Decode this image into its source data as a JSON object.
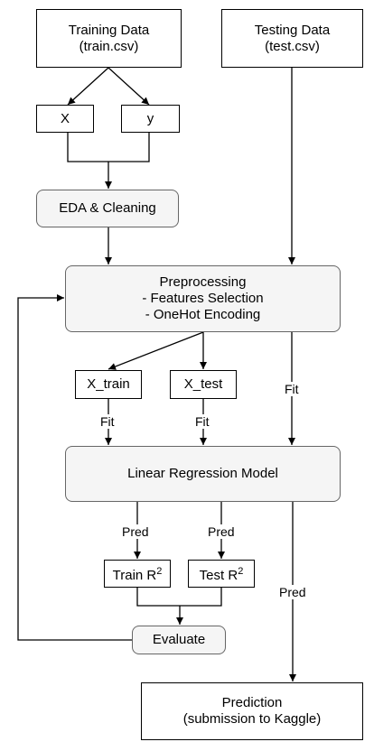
{
  "nodes": {
    "training": {
      "line1": "Training Data",
      "line2": "(train.csv)"
    },
    "testing": {
      "line1": "Testing Data",
      "line2": "(test.csv)"
    },
    "x": "X",
    "y": "y",
    "eda": "EDA & Cleaning",
    "preprocessing": {
      "line1": "Preprocessing",
      "line2": "- Features Selection",
      "line3": "- OneHot Encoding"
    },
    "x_train": "X_train",
    "x_test": "X_test",
    "model": "Linear Regression Model",
    "train_r2": {
      "text": "Train R",
      "sup": "2"
    },
    "test_r2": {
      "text": "Test R",
      "sup": "2"
    },
    "evaluate": "Evaluate",
    "prediction": {
      "line1": "Prediction",
      "line2": "(submission to Kaggle)"
    }
  },
  "edge_labels": {
    "fit_left": "Fit",
    "fit_mid": "Fit",
    "fit_right": "Fit",
    "pred_left": "Pred",
    "pred_mid": "Pred",
    "pred_right": "Pred"
  }
}
